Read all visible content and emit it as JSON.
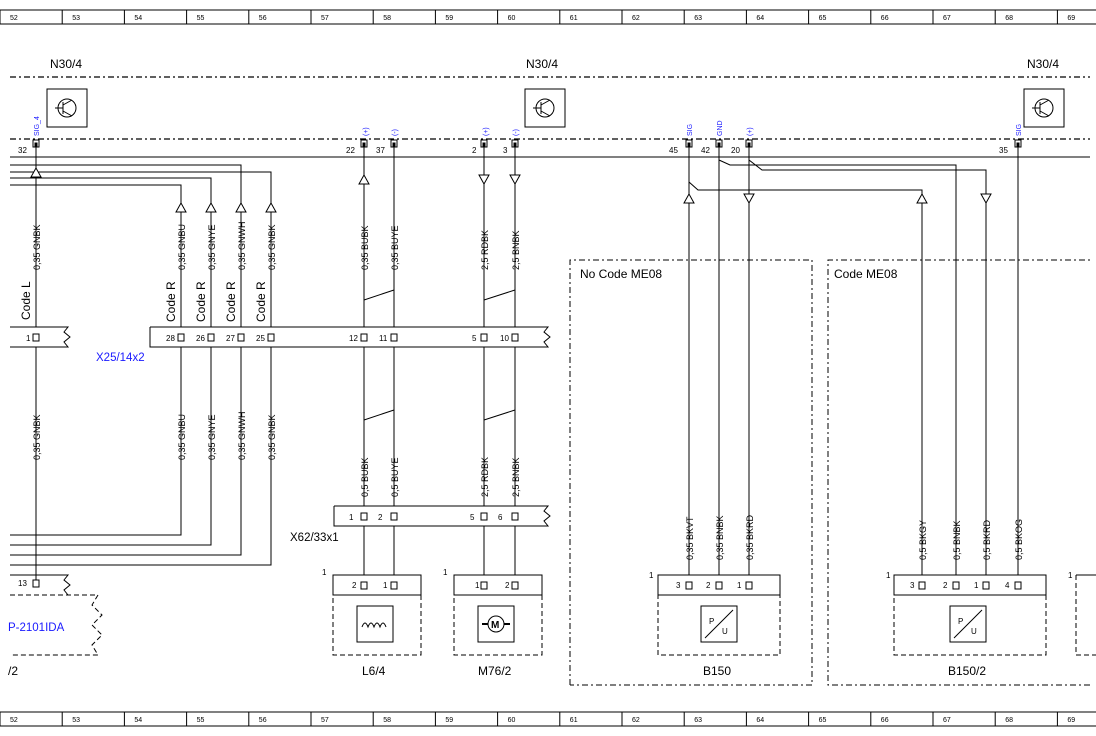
{
  "ruler": [
    "52",
    "53",
    "54",
    "55",
    "56",
    "57",
    "58",
    "59",
    "60",
    "61",
    "62",
    "63",
    "64",
    "65",
    "66",
    "67",
    "68",
    "69"
  ],
  "top_units": [
    {
      "id": "left",
      "label": "N30/4"
    },
    {
      "id": "center",
      "label": "N30/4"
    },
    {
      "id": "right",
      "label": "N30/4"
    }
  ],
  "pin_labels": {
    "sig4": "SIG_4",
    "plus1": "(+)",
    "minus1": "(-)",
    "plus2": "(+)",
    "minus2": "(-)",
    "sig_b150": "SIG",
    "gnd_b150": "GND",
    "plus_b150": "(+)",
    "sig_b1502": "SIG"
  },
  "top_pins": {
    "p32": "32",
    "p22": "22",
    "p37": "37",
    "p2": "2",
    "p3": "3",
    "p45": "45",
    "p42": "42",
    "p20": "20",
    "p35": "35"
  },
  "upper_wires": {
    "w1": "0,35 GNBK",
    "w2": "0,35 GNBU",
    "w3": "0,35 GNYE",
    "w4": "0,35 GNWH",
    "w5": "0,35 GNBK",
    "w6": "0,35 BUBK",
    "w7": "0,35 BUYE",
    "w8": "2,5 RDBK",
    "w9": "2,5 BNBK"
  },
  "codes": {
    "c1": "Code L",
    "c2": "Code R",
    "c3": "Code R",
    "c4": "Code R",
    "c5": "Code R"
  },
  "x25": {
    "label": "X25/14x2",
    "pins": {
      "a": "1",
      "b": "28",
      "c": "26",
      "d": "27",
      "e": "25",
      "f": "12",
      "g": "11",
      "h": "5",
      "i": "10"
    }
  },
  "mid_wires": {
    "w1": "0,35 GNBK",
    "w2": "0,35 GNBU",
    "w3": "0,35 GNYE",
    "w4": "0,35 GNWH",
    "w5": "0,35 GNBK",
    "w6": "0,5 BUBK",
    "w7": "0,5 BUYE",
    "w8": "2,5 RDBK",
    "w9": "2,5 BNBK"
  },
  "x62": {
    "label": "X62/33x1",
    "pins": {
      "a": "1",
      "b": "2",
      "c": "5",
      "d": "6"
    }
  },
  "regions": {
    "no_code": "No Code ME08",
    "code": "Code ME08"
  },
  "b150_wires": {
    "w1": "0,35 BKVT",
    "w2": "0,35 BNBK",
    "w3": "0,35 BKRD"
  },
  "b1502_wires": {
    "w1": "0,5 BKGY",
    "w2": "0,5 BNBK",
    "w3": "0,5 BKRD",
    "w4": "0,5 BKOG"
  },
  "components": {
    "left_conn_pin": "13",
    "left_label": "P-2101IDA",
    "left_label2": "/2",
    "l64": {
      "label": "L6/4",
      "index": "1",
      "pins": [
        "2",
        "1"
      ]
    },
    "m762": {
      "label": "M76/2",
      "index": "1",
      "pins": [
        "1",
        "2"
      ]
    },
    "b150": {
      "label": "B150",
      "index": "1",
      "pins": [
        "3",
        "2",
        "1"
      ]
    },
    "b1502": {
      "label": "B150/2",
      "index": "1",
      "pins": [
        "3",
        "2",
        "1",
        "4"
      ]
    },
    "right_edge_index": "1"
  },
  "icons": {
    "transistor": "transistor-icon",
    "coil": "coil-icon",
    "motor": "motor-icon",
    "sensor": "pressure-sensor-icon"
  }
}
